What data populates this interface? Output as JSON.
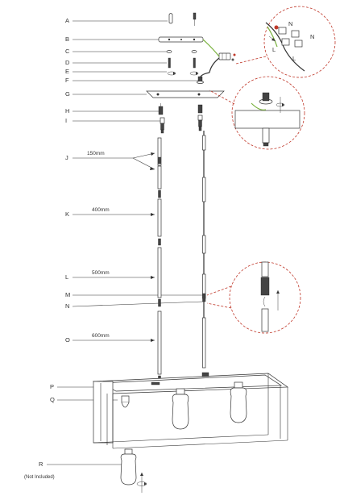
{
  "part_labels": [
    "A",
    "B",
    "C",
    "D",
    "E",
    "F",
    "G",
    "H",
    "I",
    "J",
    "K",
    "L",
    "M",
    "N",
    "O",
    "P",
    "Q",
    "R"
  ],
  "rod_lengths": {
    "j": "150mm",
    "k": "400mm",
    "l": "500mm",
    "o": "600mm"
  },
  "bulb_note": "(Not Included)",
  "wiring_terminals": {
    "n_left": "N",
    "n_right": "N",
    "l_left": "L",
    "l_right": "L"
  }
}
